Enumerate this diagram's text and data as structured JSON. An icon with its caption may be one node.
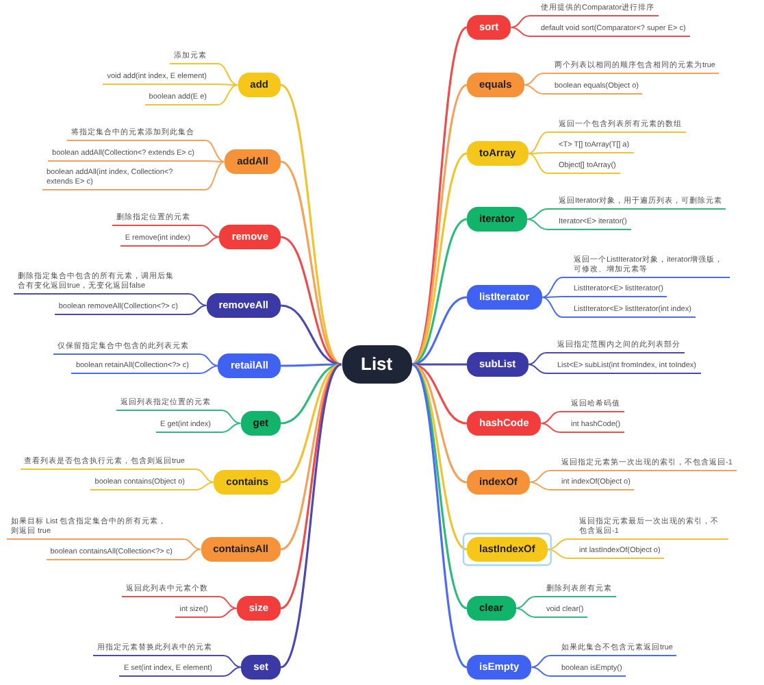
{
  "diagram": {
    "nodes": [
      {
        "text": [
          "List"
        ]
      },
      {
        "text": [
          "add"
        ]
      },
      {
        "text": [
          "添加元素"
        ]
      },
      {
        "text": [
          "void add(int index, E element)"
        ]
      },
      {
        "text": [
          "boolean add(E e)"
        ]
      },
      {
        "text": [
          "addAll"
        ]
      },
      {
        "text": [
          "将指定集合中的元素添加到此集合"
        ]
      },
      {
        "text": [
          "boolean addAll(Collection<? extends E> c)"
        ]
      },
      {
        "text": [
          "boolean addAll(int index, Collection<? extends E> c)"
        ]
      },
      {
        "text": [
          "remove"
        ]
      },
      {
        "text": [
          "删除指定位置的元素"
        ]
      },
      {
        "text": [
          "E remove(int index)"
        ]
      },
      {
        "text": [
          "removeAll"
        ]
      },
      {
        "text": [
          "删除指定集合中包含的所有元素，调用后集合有变化返回true，无变化返回false"
        ]
      },
      {
        "text": [
          "boolean removeAll(Collection<?> c)"
        ]
      },
      {
        "text": [
          "retailAll"
        ]
      },
      {
        "text": [
          "仅保留指定集合中包含的此列表元素"
        ]
      },
      {
        "text": [
          "boolean retainAll(Collection<?> c)"
        ]
      },
      {
        "text": [
          "get"
        ]
      },
      {
        "text": [
          "返回列表指定位置的元素"
        ]
      },
      {
        "text": [
          "E get(int index)"
        ]
      },
      {
        "text": [
          "contains"
        ]
      },
      {
        "text": [
          "查看列表是否包含执行元素，包含则返回true"
        ]
      },
      {
        "text": [
          "boolean contains(Object o)"
        ]
      },
      {
        "text": [
          "containsAll"
        ]
      },
      {
        "text": [
          "如果目标 List 包含指定集合中的所有元素，则返回 true"
        ]
      },
      {
        "text": [
          "boolean containsAll(Collection<?> c)"
        ]
      },
      {
        "text": [
          "size"
        ]
      },
      {
        "text": [
          "返回此列表中元素个数"
        ]
      },
      {
        "text": [
          "int size()"
        ]
      },
      {
        "text": [
          "set"
        ]
      },
      {
        "text": [
          "用指定元素替换此列表中的元素"
        ]
      },
      {
        "text": [
          "E set(int index, E element)"
        ]
      },
      {
        "text": [
          "sort"
        ]
      },
      {
        "text": [
          "使用提供的Comparator进行排序"
        ]
      },
      {
        "text": [
          "default void sort(Comparator<? super E> c)"
        ]
      },
      {
        "text": [
          "equals"
        ]
      },
      {
        "text": [
          "两个列表以相同的顺序包含相同的元素为true"
        ]
      },
      {
        "text": [
          "boolean equals(Object o)"
        ]
      },
      {
        "text": [
          "toArray"
        ]
      },
      {
        "text": [
          "返回一个包含列表所有元素的数组"
        ]
      },
      {
        "text": [
          "<T> T[] toArray(T[] a)"
        ]
      },
      {
        "text": [
          "Object[] toArray()"
        ]
      },
      {
        "text": [
          "iterator"
        ]
      },
      {
        "text": [
          "返回Iterator对象，用于遍历列表，可删除元素"
        ]
      },
      {
        "text": [
          "Iterator<E> iterator()"
        ]
      },
      {
        "text": [
          "listIterator"
        ]
      },
      {
        "text": [
          "返回一个ListIterator对象，iterator增强版，可修改、增加元素等"
        ]
      },
      {
        "text": [
          "ListIterator<E> listIterator()"
        ]
      },
      {
        "text": [
          "ListIterator<E> listIterator(int index)"
        ]
      },
      {
        "text": [
          "subList"
        ]
      },
      {
        "text": [
          "返回指定范围内之间的此列表部分"
        ]
      },
      {
        "text": [
          "List<E> subList(int fromIndex, int toIndex)"
        ]
      },
      {
        "text": [
          "hashCode"
        ]
      },
      {
        "text": [
          "返回哈希码值"
        ]
      },
      {
        "text": [
          "int hashCode()"
        ]
      },
      {
        "text": [
          "indexOf"
        ]
      },
      {
        "text": [
          "返回指定元素第一次出现的索引，不包含返回-1"
        ]
      },
      {
        "text": [
          "int indexOf(Object o)"
        ]
      },
      {
        "text": [
          "lastIndexOf"
        ]
      },
      {
        "text": [
          "返回指定元素最后一次出现的索引，不包含返回-1"
        ]
      },
      {
        "text": [
          "int lastIndexOf(Object o)"
        ]
      },
      {
        "text": [
          "clear"
        ]
      },
      {
        "text": [
          "删除列表所有元素"
        ]
      },
      {
        "text": [
          "void clear()"
        ]
      },
      {
        "text": [
          "isEmpty"
        ]
      },
      {
        "text": [
          "如果此集合不包含元素返回true"
        ]
      },
      {
        "text": [
          "boolean isEmpty()"
        ]
      }
    ],
    "edges": [
      {
        "from": 0,
        "to": 1,
        "arrow": "none",
        "color": "#f1c232"
      },
      {
        "from": 1,
        "to": 2,
        "arrow": "none",
        "color": "#f1c232"
      },
      {
        "from": 1,
        "to": 3,
        "arrow": "none",
        "color": "#f1c232"
      },
      {
        "from": 1,
        "to": 4,
        "arrow": "none",
        "color": "#f1c232"
      },
      {
        "from": 0,
        "to": 5,
        "arrow": "none",
        "color": "#f4a25b"
      },
      {
        "from": 5,
        "to": 6,
        "arrow": "none",
        "color": "#f4a25b"
      },
      {
        "from": 5,
        "to": 7,
        "arrow": "none",
        "color": "#f4a25b"
      },
      {
        "from": 5,
        "to": 8,
        "arrow": "none",
        "color": "#f4a25b"
      },
      {
        "from": 0,
        "to": 9,
        "arrow": "none",
        "color": "#ee4b4b"
      },
      {
        "from": 9,
        "to": 10,
        "arrow": "none",
        "color": "#ee4b4b"
      },
      {
        "from": 9,
        "to": 11,
        "arrow": "none",
        "color": "#ee4b4b"
      },
      {
        "from": 0,
        "to": 12,
        "arrow": "none",
        "color": "#4a49b2"
      },
      {
        "from": 12,
        "to": 13,
        "arrow": "none",
        "color": "#4a49b2"
      },
      {
        "from": 12,
        "to": 14,
        "arrow": "none",
        "color": "#4a49b2"
      },
      {
        "from": 0,
        "to": 15,
        "arrow": "none",
        "color": "#4b6bf0"
      },
      {
        "from": 15,
        "to": 16,
        "arrow": "none",
        "color": "#4b6bf0"
      },
      {
        "from": 15,
        "to": 17,
        "arrow": "none",
        "color": "#4b6bf0"
      },
      {
        "from": 0,
        "to": 18,
        "arrow": "none",
        "color": "#2dba7b"
      },
      {
        "from": 18,
        "to": 19,
        "arrow": "none",
        "color": "#2dba7b"
      },
      {
        "from": 18,
        "to": 20,
        "arrow": "none",
        "color": "#2dba7b"
      },
      {
        "from": 0,
        "to": 21,
        "arrow": "none",
        "color": "#f1c232"
      },
      {
        "from": 21,
        "to": 22,
        "arrow": "none",
        "color": "#f1c232"
      },
      {
        "from": 21,
        "to": 23,
        "arrow": "none",
        "color": "#f1c232"
      },
      {
        "from": 0,
        "to": 24,
        "arrow": "none",
        "color": "#f4a25b"
      },
      {
        "from": 24,
        "to": 25,
        "arrow": "none",
        "color": "#f4a25b"
      },
      {
        "from": 24,
        "to": 26,
        "arrow": "none",
        "color": "#f4a25b"
      },
      {
        "from": 0,
        "to": 27,
        "arrow": "none",
        "color": "#ee4b4b"
      },
      {
        "from": 27,
        "to": 28,
        "arrow": "none",
        "color": "#ee4b4b"
      },
      {
        "from": 27,
        "to": 29,
        "arrow": "none",
        "color": "#ee4b4b"
      },
      {
        "from": 0,
        "to": 30,
        "arrow": "none",
        "color": "#4a49b2"
      },
      {
        "from": 30,
        "to": 31,
        "arrow": "none",
        "color": "#4a49b2"
      },
      {
        "from": 30,
        "to": 32,
        "arrow": "none",
        "color": "#4a49b2"
      },
      {
        "from": 0,
        "to": 33,
        "arrow": "none",
        "color": "#ee4b4b"
      },
      {
        "from": 33,
        "to": 34,
        "arrow": "none",
        "color": "#ee4b4b"
      },
      {
        "from": 33,
        "to": 35,
        "arrow": "none",
        "color": "#ee4b4b"
      },
      {
        "from": 0,
        "to": 36,
        "arrow": "none",
        "color": "#f4a25b"
      },
      {
        "from": 36,
        "to": 37,
        "arrow": "none",
        "color": "#f4a25b"
      },
      {
        "from": 36,
        "to": 38,
        "arrow": "none",
        "color": "#f4a25b"
      },
      {
        "from": 0,
        "to": 39,
        "arrow": "none",
        "color": "#f1c232"
      },
      {
        "from": 39,
        "to": 40,
        "arrow": "none",
        "color": "#f1c232"
      },
      {
        "from": 39,
        "to": 41,
        "arrow": "none",
        "color": "#f1c232"
      },
      {
        "from": 39,
        "to": 42,
        "arrow": "none",
        "color": "#f1c232"
      },
      {
        "from": 0,
        "to": 43,
        "arrow": "none",
        "color": "#2dba7b"
      },
      {
        "from": 43,
        "to": 44,
        "arrow": "none",
        "color": "#2dba7b"
      },
      {
        "from": 43,
        "to": 45,
        "arrow": "none",
        "color": "#2dba7b"
      },
      {
        "from": 0,
        "to": 46,
        "arrow": "none",
        "color": "#4b6bf0"
      },
      {
        "from": 46,
        "to": 47,
        "arrow": "none",
        "color": "#4b6bf0"
      },
      {
        "from": 46,
        "to": 48,
        "arrow": "none",
        "color": "#4b6bf0"
      },
      {
        "from": 46,
        "to": 49,
        "arrow": "none",
        "color": "#4b6bf0"
      },
      {
        "from": 0,
        "to": 50,
        "arrow": "none",
        "color": "#4a49b2"
      },
      {
        "from": 50,
        "to": 51,
        "arrow": "none",
        "color": "#4a49b2"
      },
      {
        "from": 50,
        "to": 52,
        "arrow": "none",
        "color": "#4a49b2"
      },
      {
        "from": 0,
        "to": 53,
        "arrow": "none",
        "color": "#ee4b4b"
      },
      {
        "from": 53,
        "to": 54,
        "arrow": "none",
        "color": "#ee4b4b"
      },
      {
        "from": 53,
        "to": 55,
        "arrow": "none",
        "color": "#ee4b4b"
      },
      {
        "from": 0,
        "to": 56,
        "arrow": "none",
        "color": "#f4a25b"
      },
      {
        "from": 56,
        "to": 57,
        "arrow": "none",
        "color": "#f4a25b"
      },
      {
        "from": 56,
        "to": 58,
        "arrow": "none",
        "color": "#f4a25b"
      },
      {
        "from": 0,
        "to": 59,
        "arrow": "none",
        "color": "#f1c232"
      },
      {
        "from": 59,
        "to": 60,
        "arrow": "none",
        "color": "#f1c232"
      },
      {
        "from": 59,
        "to": 61,
        "arrow": "none",
        "color": "#f1c232"
      },
      {
        "from": 0,
        "to": 62,
        "arrow": "none",
        "color": "#2dba7b"
      },
      {
        "from": 62,
        "to": 63,
        "arrow": "none",
        "color": "#2dba7b"
      },
      {
        "from": 62,
        "to": 64,
        "arrow": "none",
        "color": "#2dba7b"
      },
      {
        "from": 0,
        "to": 65,
        "arrow": "none",
        "color": "#4b6bf0"
      },
      {
        "from": 65,
        "to": 66,
        "arrow": "none",
        "color": "#4b6bf0"
      },
      {
        "from": 65,
        "to": 67,
        "arrow": "none",
        "color": "#4b6bf0"
      }
    ]
  }
}
